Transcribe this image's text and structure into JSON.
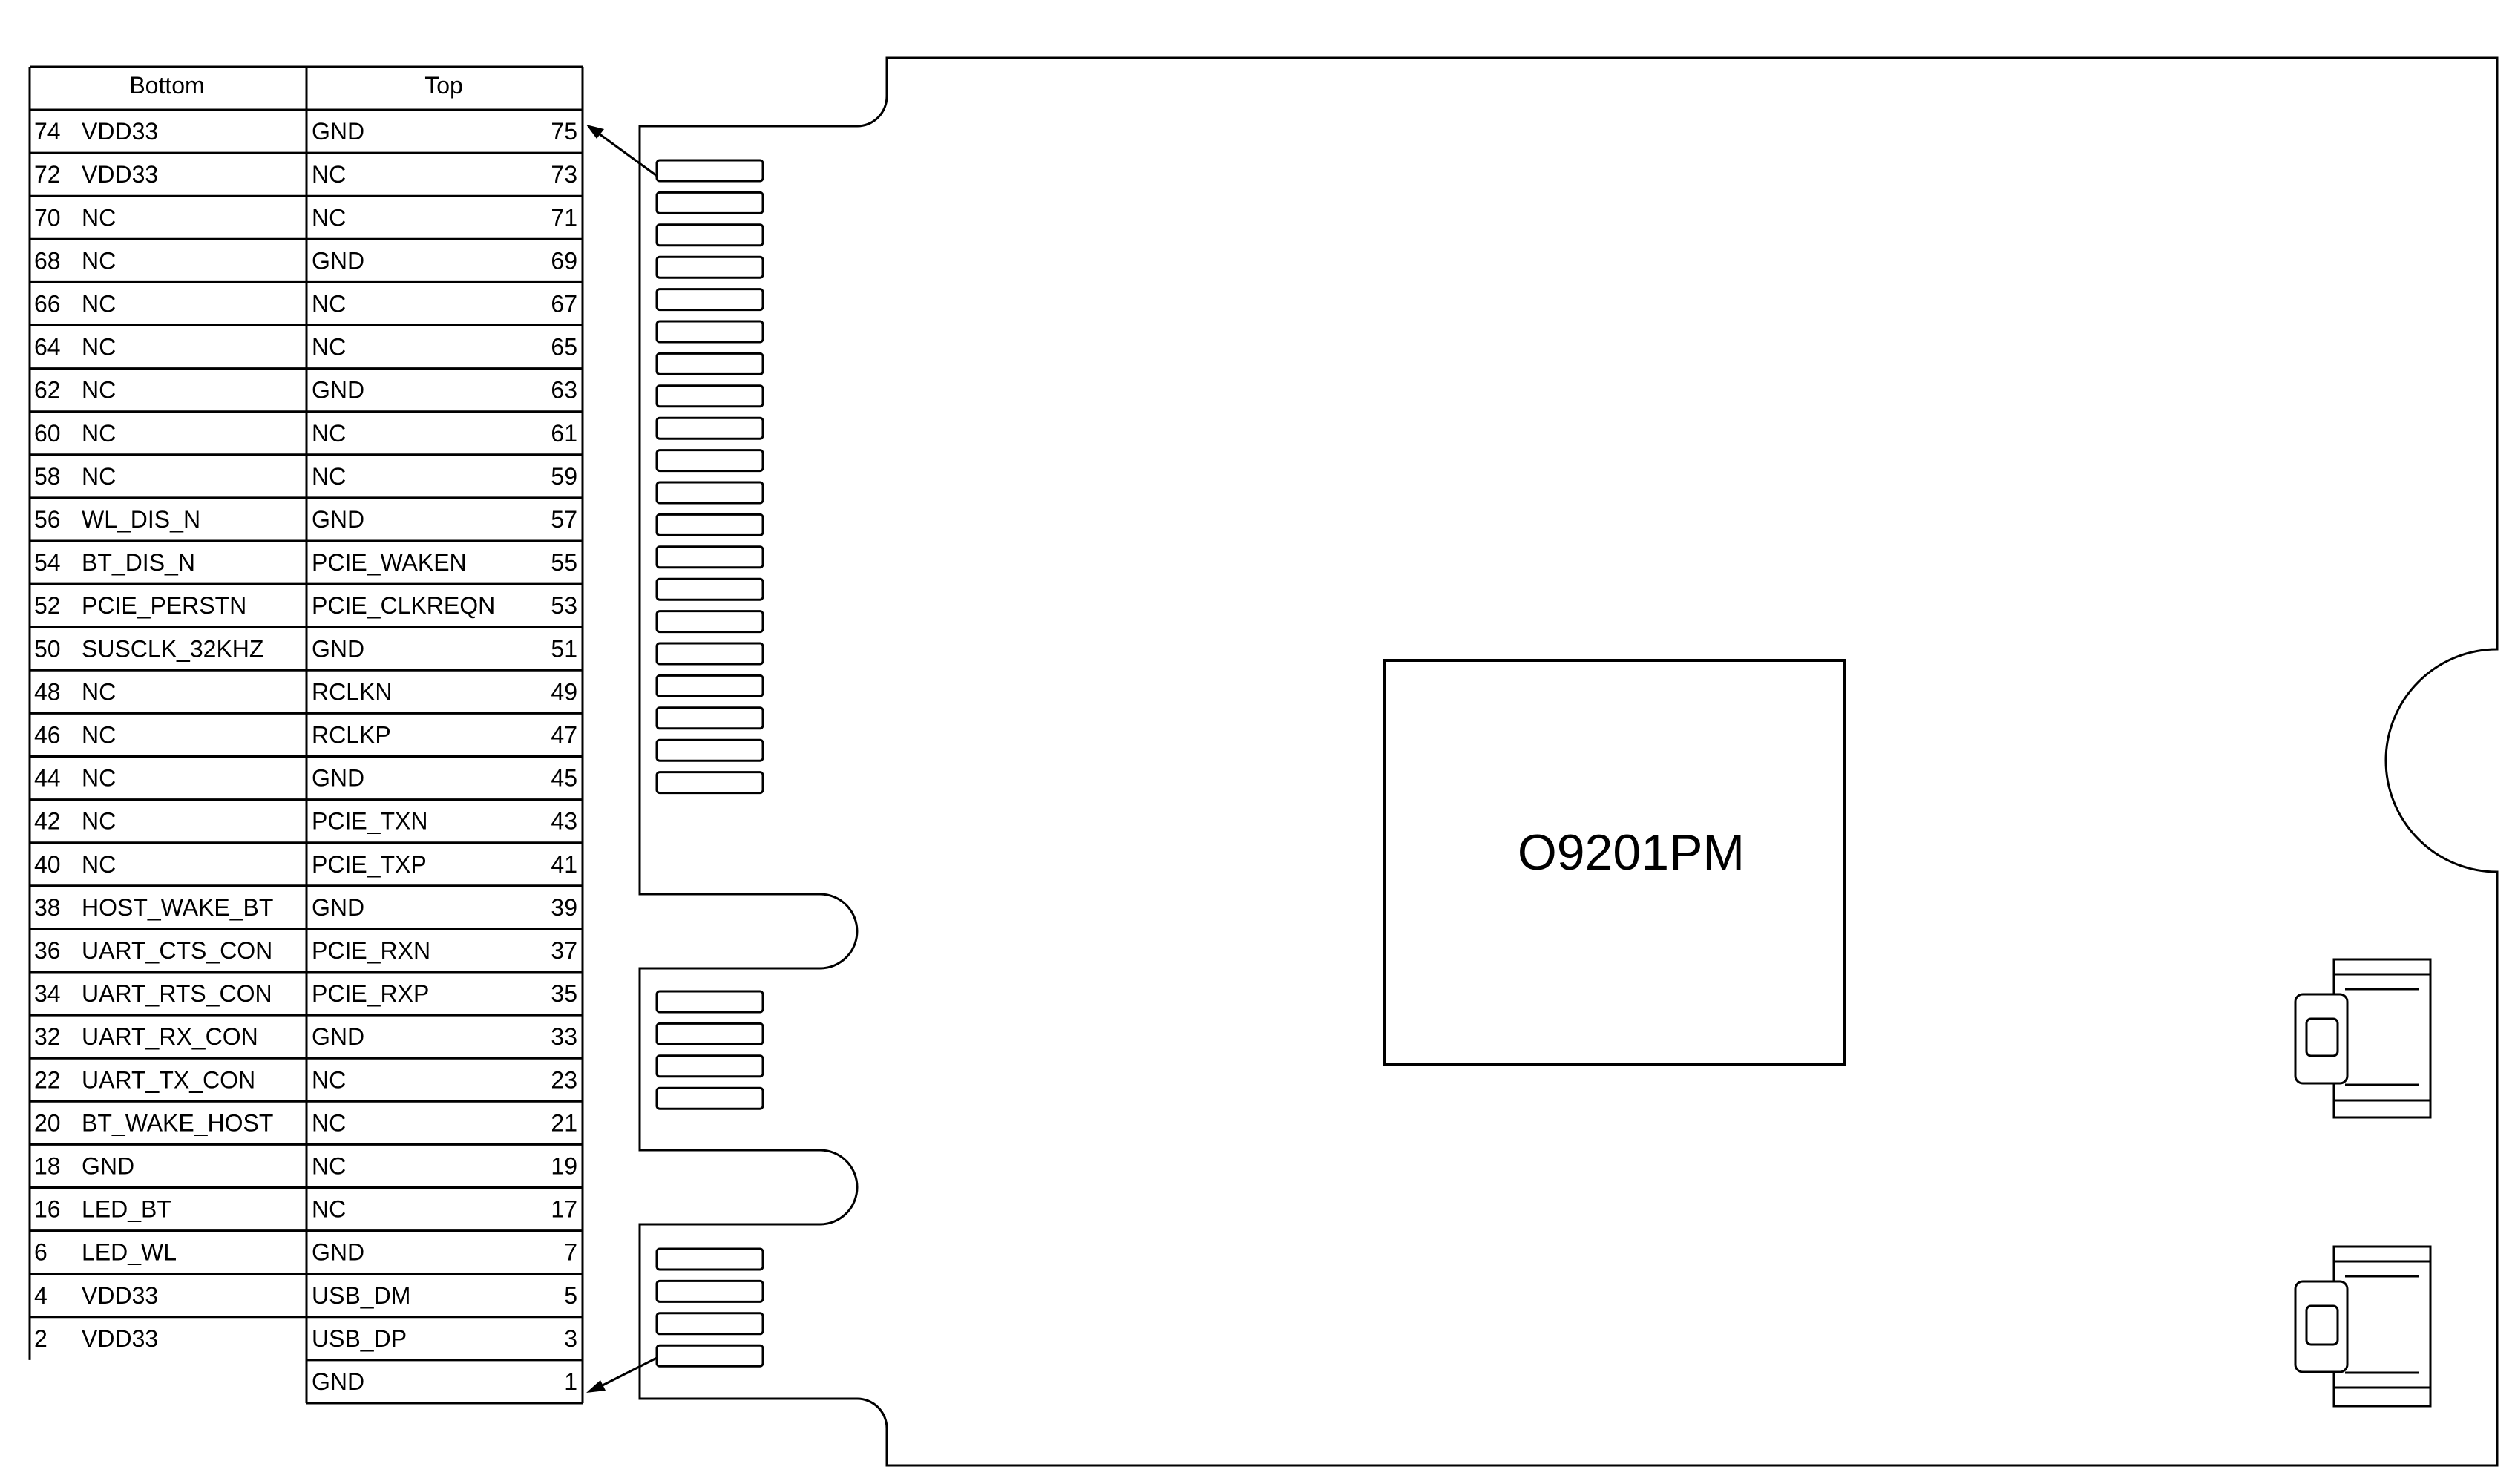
{
  "pin_table": {
    "headers": {
      "bottom": "Bottom",
      "top": "Top"
    },
    "rows": [
      {
        "bottom_num": "74",
        "bottom_sig": "VDD33",
        "top_sig": "GND",
        "top_num": "75"
      },
      {
        "bottom_num": "72",
        "bottom_sig": "VDD33",
        "top_sig": "NC",
        "top_num": "73"
      },
      {
        "bottom_num": "70",
        "bottom_sig": "NC",
        "top_sig": "NC",
        "top_num": "71"
      },
      {
        "bottom_num": "68",
        "bottom_sig": "NC",
        "top_sig": "GND",
        "top_num": "69"
      },
      {
        "bottom_num": "66",
        "bottom_sig": "NC",
        "top_sig": "NC",
        "top_num": "67"
      },
      {
        "bottom_num": "64",
        "bottom_sig": "NC",
        "top_sig": "NC",
        "top_num": "65"
      },
      {
        "bottom_num": "62",
        "bottom_sig": "NC",
        "top_sig": "GND",
        "top_num": "63"
      },
      {
        "bottom_num": "60",
        "bottom_sig": "NC",
        "top_sig": "NC",
        "top_num": "61"
      },
      {
        "bottom_num": "58",
        "bottom_sig": "NC",
        "top_sig": "NC",
        "top_num": "59"
      },
      {
        "bottom_num": "56",
        "bottom_sig": "WL_DIS_N",
        "top_sig": "GND",
        "top_num": "57"
      },
      {
        "bottom_num": "54",
        "bottom_sig": "BT_DIS_N",
        "top_sig": "PCIE_WAKEN",
        "top_num": "55"
      },
      {
        "bottom_num": "52",
        "bottom_sig": "PCIE_PERSTN",
        "top_sig": "PCIE_CLKREQN",
        "top_num": "53"
      },
      {
        "bottom_num": "50",
        "bottom_sig": "SUSCLK_32KHZ",
        "top_sig": "GND",
        "top_num": "51"
      },
      {
        "bottom_num": "48",
        "bottom_sig": "NC",
        "top_sig": "RCLKN",
        "top_num": "49"
      },
      {
        "bottom_num": "46",
        "bottom_sig": "NC",
        "top_sig": "RCLKP",
        "top_num": "47"
      },
      {
        "bottom_num": "44",
        "bottom_sig": "NC",
        "top_sig": "GND",
        "top_num": "45"
      },
      {
        "bottom_num": "42",
        "bottom_sig": "NC",
        "top_sig": "PCIE_TXN",
        "top_num": "43"
      },
      {
        "bottom_num": "40",
        "bottom_sig": "NC",
        "top_sig": "PCIE_TXP",
        "top_num": "41"
      },
      {
        "bottom_num": "38",
        "bottom_sig": "HOST_WAKE_BT",
        "top_sig": "GND",
        "top_num": "39"
      },
      {
        "bottom_num": "36",
        "bottom_sig": "UART_CTS_CON",
        "top_sig": "PCIE_RXN",
        "top_num": "37"
      },
      {
        "bottom_num": "34",
        "bottom_sig": "UART_RTS_CON",
        "top_sig": "PCIE_RXP",
        "top_num": "35"
      },
      {
        "bottom_num": "32",
        "bottom_sig": "UART_RX_CON",
        "top_sig": "GND",
        "top_num": "33"
      },
      {
        "bottom_num": "22",
        "bottom_sig": "UART_TX_CON",
        "top_sig": "NC",
        "top_num": "23"
      },
      {
        "bottom_num": "20",
        "bottom_sig": "BT_WAKE_HOST",
        "top_sig": "NC",
        "top_num": "21"
      },
      {
        "bottom_num": "18",
        "bottom_sig": "GND",
        "top_sig": "NC",
        "top_num": "19"
      },
      {
        "bottom_num": "16",
        "bottom_sig": "LED_BT",
        "top_sig": "NC",
        "top_num": "17"
      },
      {
        "bottom_num": "6",
        "bottom_sig": "LED_WL",
        "top_sig": "GND",
        "top_num": "7"
      },
      {
        "bottom_num": "4",
        "bottom_sig": "VDD33",
        "top_sig": "USB_DM",
        "top_num": "5"
      },
      {
        "bottom_num": "2",
        "bottom_sig": "VDD33",
        "top_sig": "USB_DP",
        "top_num": "3"
      },
      {
        "bottom_num": "",
        "bottom_sig": "",
        "top_sig": "GND",
        "top_num": "1"
      }
    ]
  },
  "module": {
    "chip_label": "O9201PM",
    "pad_groups": [
      20,
      4,
      4
    ]
  }
}
